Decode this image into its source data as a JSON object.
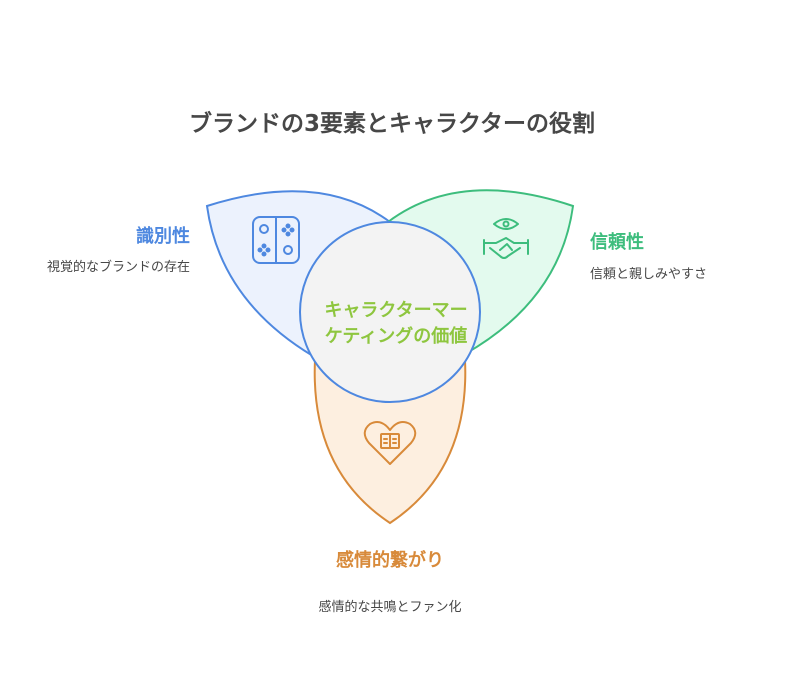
{
  "title": "ブランドの3要素とキャラクターの役割",
  "center": {
    "label": "キャラクターマーケティングの価値"
  },
  "petals": [
    {
      "key": "identity",
      "label": "識別性",
      "description": "視覚的なブランドの存在",
      "icon": "game-controller-icon",
      "color": "#4e88e0",
      "fill": "#ecf2fd"
    },
    {
      "key": "trust",
      "label": "信頼性",
      "description": "信頼と親しみやすさ",
      "icon": "handshake-eye-icon",
      "color": "#3dbd7d",
      "fill": "#e3faee"
    },
    {
      "key": "emotion",
      "label": "感情的繋がり",
      "description": "感情的な共鳴とファン化",
      "icon": "heart-book-icon",
      "color": "#d88a3a",
      "fill": "#fdefe0"
    }
  ],
  "center_colors": {
    "stroke": "#4e88e0",
    "fill": "#f3f3f3",
    "text": "#8ec63f"
  }
}
